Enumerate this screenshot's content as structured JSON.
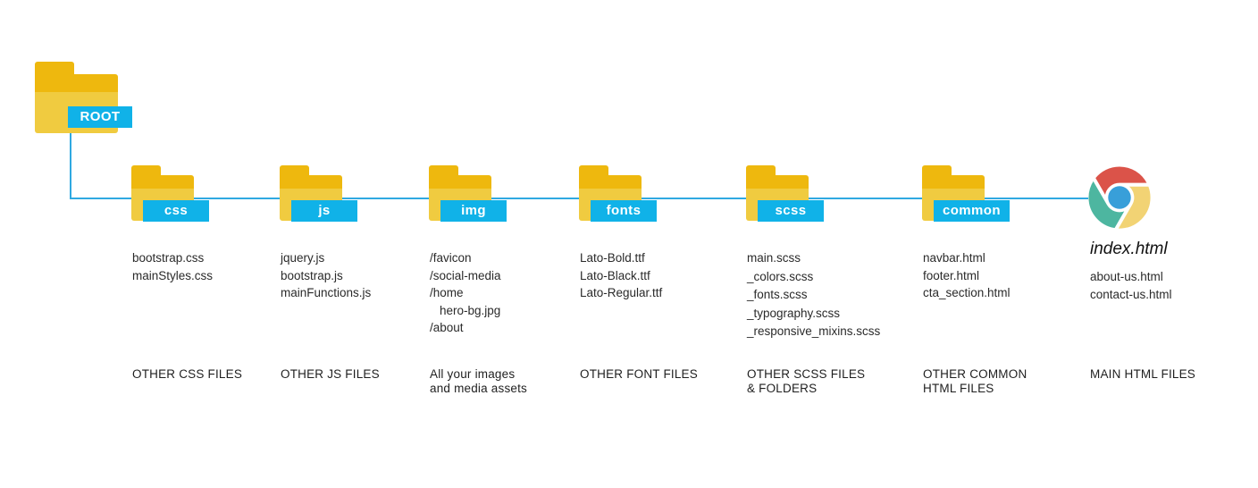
{
  "root": {
    "label": "ROOT"
  },
  "accent": {
    "tag_bg": "#10b2e8",
    "line": "#2fa9e1",
    "folder_body": "#f0cb40",
    "folder_top": "#eeb80e"
  },
  "columns": [
    {
      "id": "css",
      "label": "css",
      "files": [
        "bootstrap.css",
        "mainStyles.css"
      ],
      "caption": "OTHER CSS FILES"
    },
    {
      "id": "js",
      "label": "js",
      "files": [
        "jquery.js",
        "bootstrap.js",
        "mainFunctions.js"
      ],
      "caption": "OTHER JS FILES"
    },
    {
      "id": "img",
      "label": "img",
      "files": [
        "/favicon",
        "/social-media",
        "/home",
        {
          "text": "hero-bg.jpg",
          "indent": true
        },
        "/about"
      ],
      "caption": "All your images and media assets"
    },
    {
      "id": "fonts",
      "label": "fonts",
      "files": [
        "Lato-Bold.ttf",
        "Lato-Black.ttf",
        "Lato-Regular.ttf"
      ],
      "caption": "OTHER FONT FILES"
    },
    {
      "id": "scss",
      "label": "scss",
      "files": [
        "main.scss",
        "_colors.scss",
        "_fonts.scss",
        "_typography.scss",
        "_responsive_mixins.scss"
      ],
      "caption": "OTHER SCSS FILES & FOLDERS"
    },
    {
      "id": "common",
      "label": "common",
      "files": [
        "navbar.html",
        "footer.html",
        "cta_section.html"
      ],
      "caption": "OTHER COMMON HTML FILES"
    }
  ],
  "browser": {
    "icon": "chrome-icon",
    "title": "index.html",
    "files": [
      "about-us.html",
      "contact-us.html"
    ],
    "caption": "MAIN HTML FILES",
    "colors": {
      "red": "#db5349",
      "green": "#4db6a0",
      "yellow": "#f2d374",
      "blue": "#389fd9"
    }
  }
}
